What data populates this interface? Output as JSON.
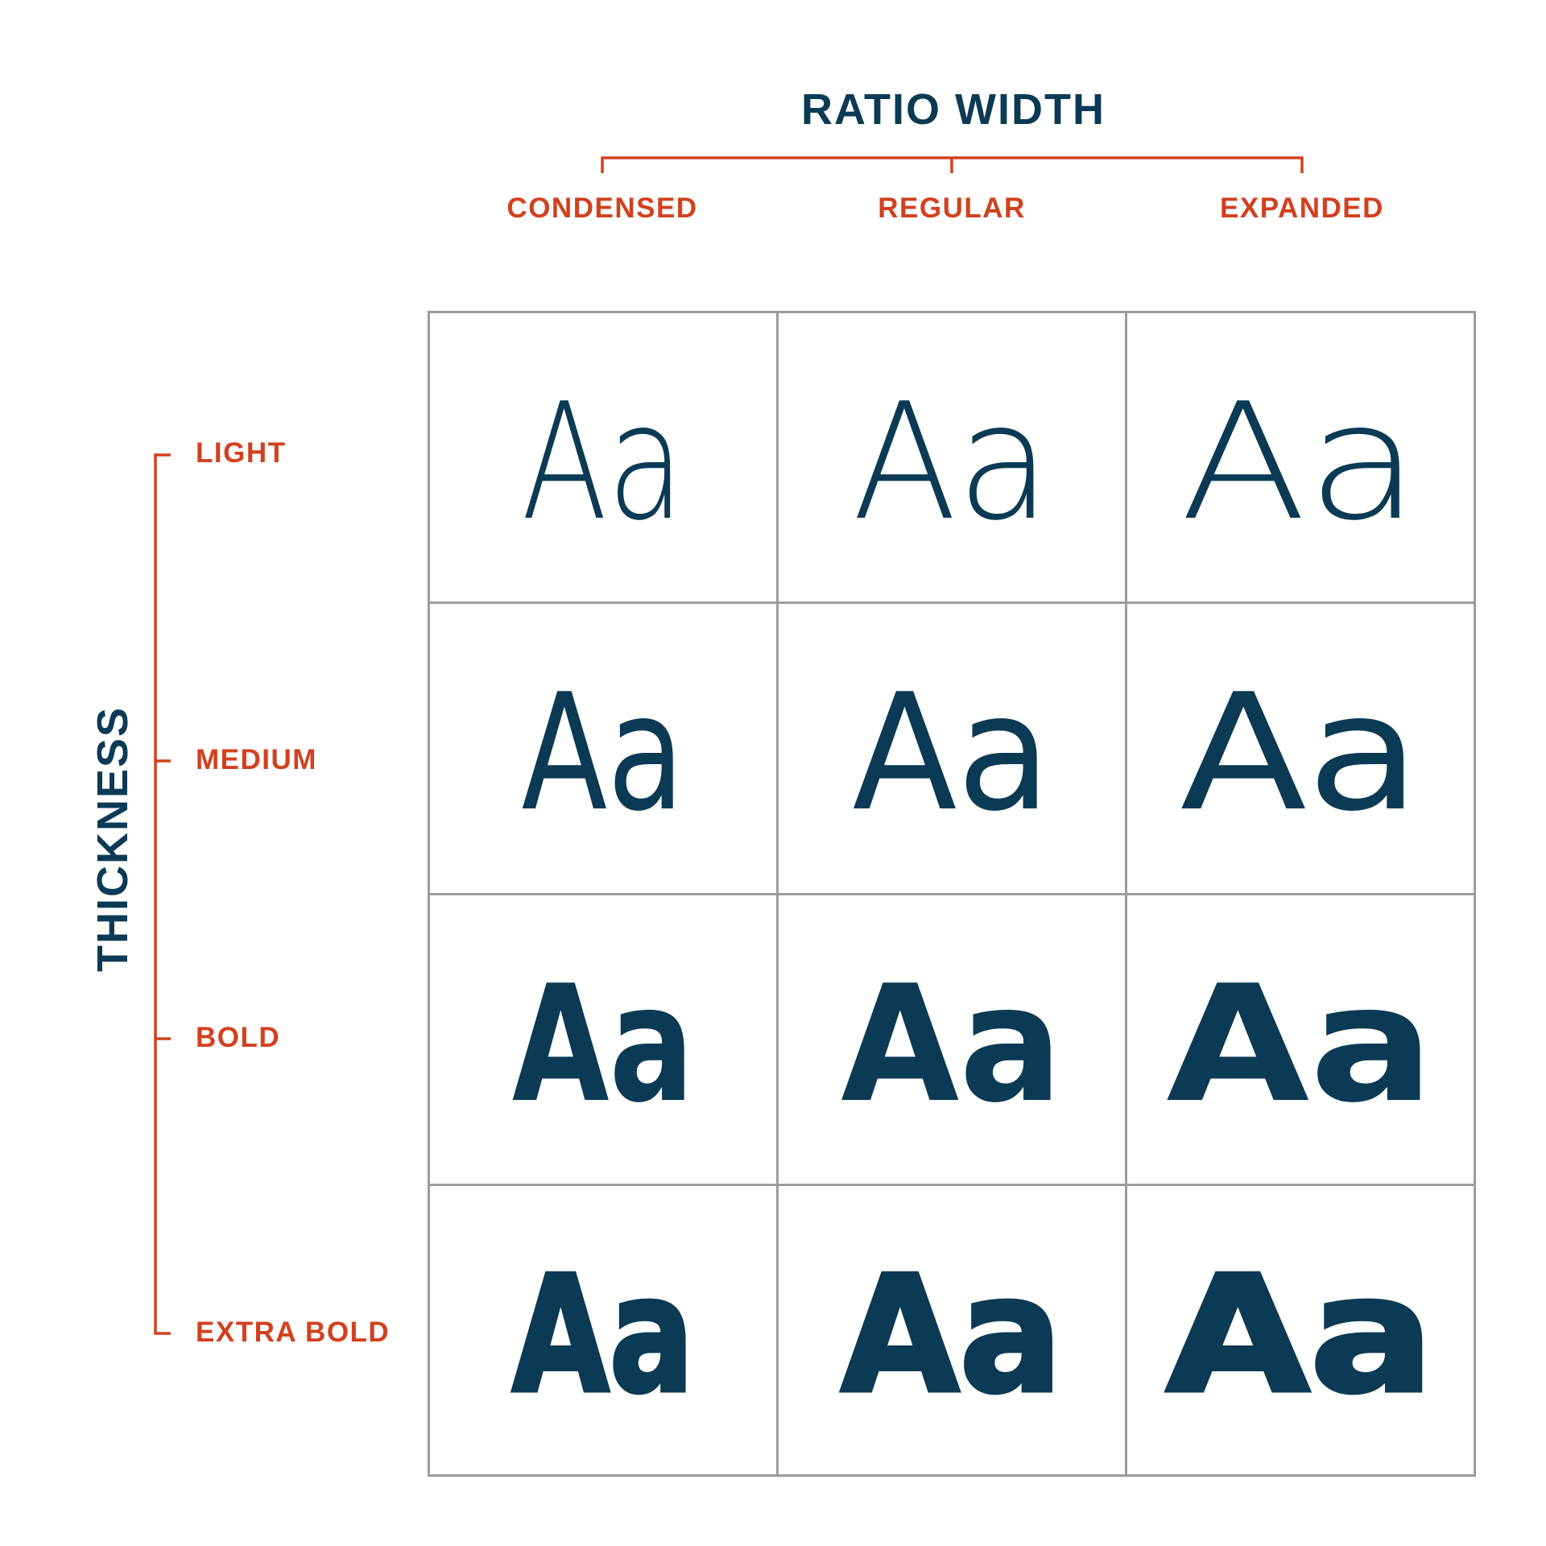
{
  "title": "RATIO WIDTH",
  "axis_title": "THICKNESS",
  "columns": [
    "CONDENSED",
    "REGULAR",
    "EXPANDED"
  ],
  "rows": [
    "LIGHT",
    "MEDIUM",
    "BOLD",
    "EXTRA BOLD"
  ],
  "sample": "Aa",
  "colors": {
    "accent": "#d2401e",
    "text": "#0b3a55",
    "grid": "#9c9c9c"
  }
}
